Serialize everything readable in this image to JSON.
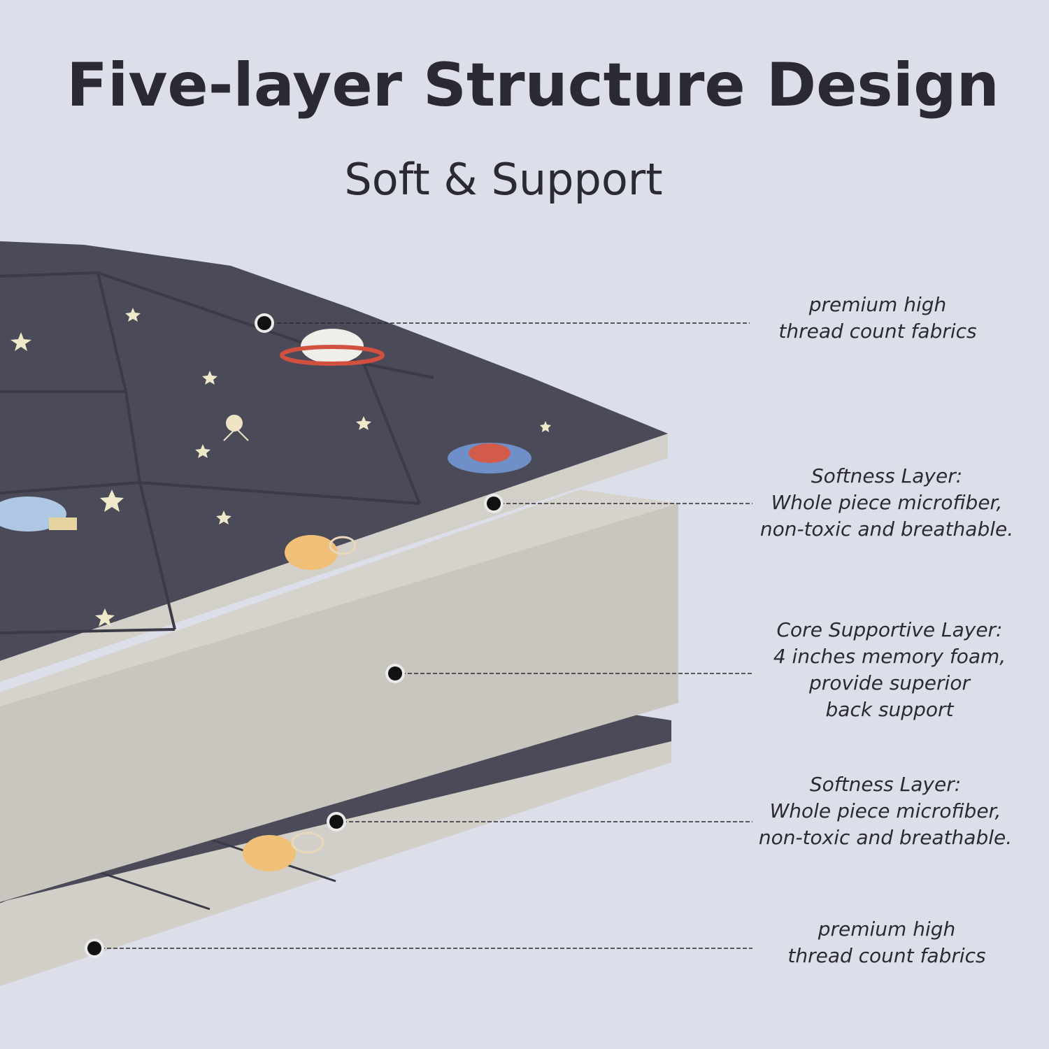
{
  "header": {
    "title": "Five-layer Structure Design",
    "subtitle": "Soft & Support"
  },
  "layers": [
    {
      "name": "top-fabric",
      "lines": [
        "premium high",
        "thread count fabrics"
      ]
    },
    {
      "name": "top-softness",
      "lines": [
        "Softness Layer:",
        "Whole piece microfiber,",
        "non-toxic and breathable."
      ]
    },
    {
      "name": "core",
      "lines": [
        "Core Supportive Layer:",
        "4 inches memory foam,",
        "provide superior",
        "back support"
      ]
    },
    {
      "name": "bottom-softness",
      "lines": [
        "Softness Layer:",
        "Whole piece microfiber,",
        "non-toxic and breathable."
      ]
    },
    {
      "name": "bottom-fabric",
      "lines": [
        "premium high",
        "thread count fabrics"
      ]
    }
  ],
  "colors": {
    "background": "#dcdfe9",
    "fabric": "#4b4a58",
    "foam": "#c9c6c0",
    "text": "#2b2a33"
  }
}
